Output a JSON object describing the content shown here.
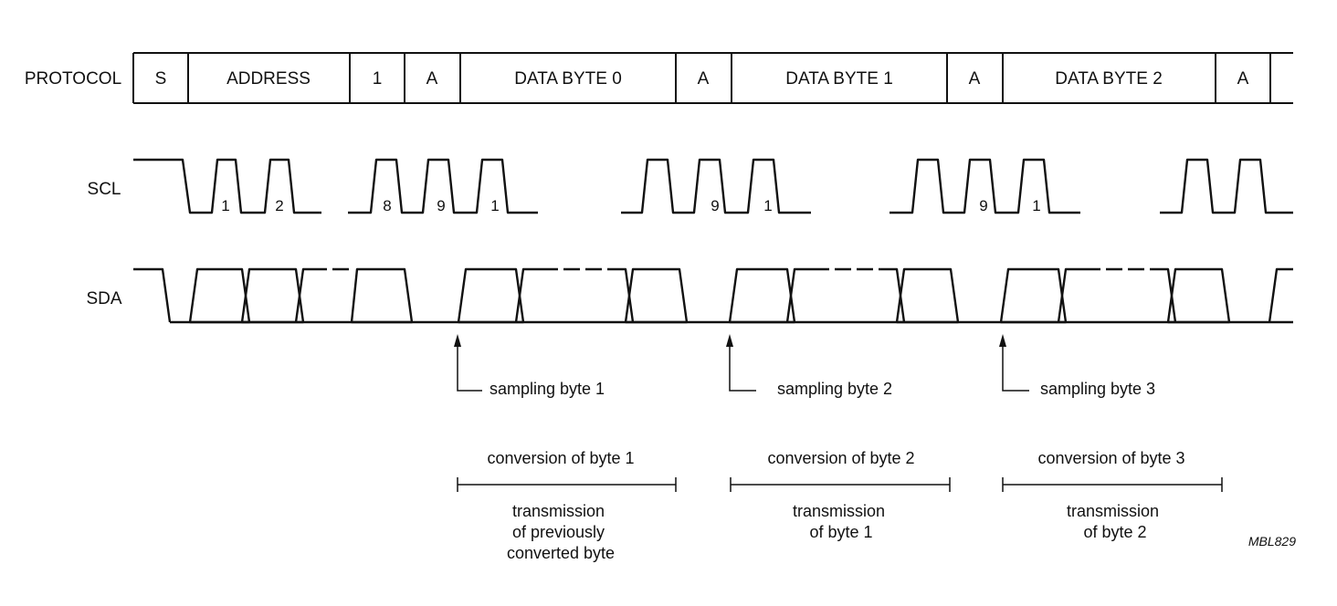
{
  "rows": {
    "protocol": "PROTOCOL",
    "scl": "SCL",
    "sda": "SDA"
  },
  "protocol_fields": [
    "S",
    "ADDRESS",
    "1",
    "A",
    "DATA BYTE 0",
    "A",
    "DATA BYTE 1",
    "A",
    "DATA BYTE 2",
    "A"
  ],
  "scl_pulse_numbers": [
    "1",
    "2",
    "8",
    "9",
    "1",
    "9",
    "1",
    "9",
    "1"
  ],
  "sampling": [
    "sampling byte 1",
    "sampling byte 2",
    "sampling byte 3"
  ],
  "conversion": [
    "conversion of byte 1",
    "conversion of byte 2",
    "conversion of byte 3"
  ],
  "transmission": [
    [
      "transmission",
      "of previously",
      "converted byte"
    ],
    [
      "transmission",
      "of byte 1"
    ],
    [
      "transmission",
      "of byte 2"
    ]
  ],
  "figure_ref": "MBL829"
}
